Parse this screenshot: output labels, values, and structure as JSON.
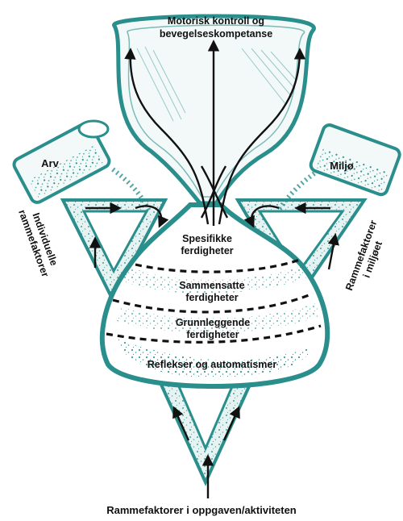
{
  "labels": {
    "top_line1": "Motorisk kontroll og",
    "top_line2": "bevegelseskompetanse",
    "arv": "Arv",
    "miljo": "Miljø",
    "left_line1": "Individuelle",
    "left_line2": "rammefaktorer",
    "right_line1": "Rammefaktorer",
    "right_line2": "i miljøet",
    "spesifikke1": "Spesifikke",
    "spesifikke2": "ferdigheter",
    "sammensatte1": "Sammensatte",
    "sammensatte2": "ferdigheter",
    "grunnleggende1": "Grunnleggende",
    "grunnleggende2": "ferdigheter",
    "reflekser": "Reflekser og automatismer",
    "bottom": "Rammefaktorer i oppgaven/aktiviteten"
  },
  "colors": {
    "teal": "#2a8f8c",
    "teal_light": "#cfe7e5",
    "ink": "#111111"
  }
}
